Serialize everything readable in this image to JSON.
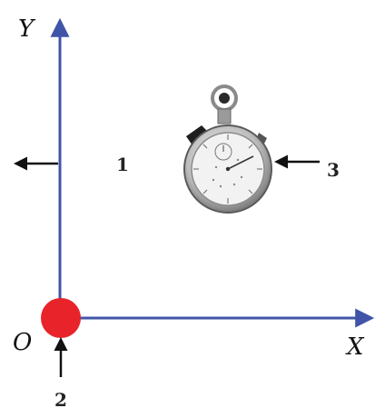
{
  "axes": {
    "y_label": "Y",
    "x_label": "X",
    "origin_label": "O"
  },
  "labels": {
    "one": "1",
    "two": "2",
    "three": "3"
  },
  "colors": {
    "axis": "#4054a8",
    "origin_dot": "#e8232a",
    "arrow": "#111111",
    "watch_body": "#c8c8c8",
    "watch_face": "#f2f2f2"
  },
  "icons": {
    "stopwatch": "stopwatch-icon"
  }
}
